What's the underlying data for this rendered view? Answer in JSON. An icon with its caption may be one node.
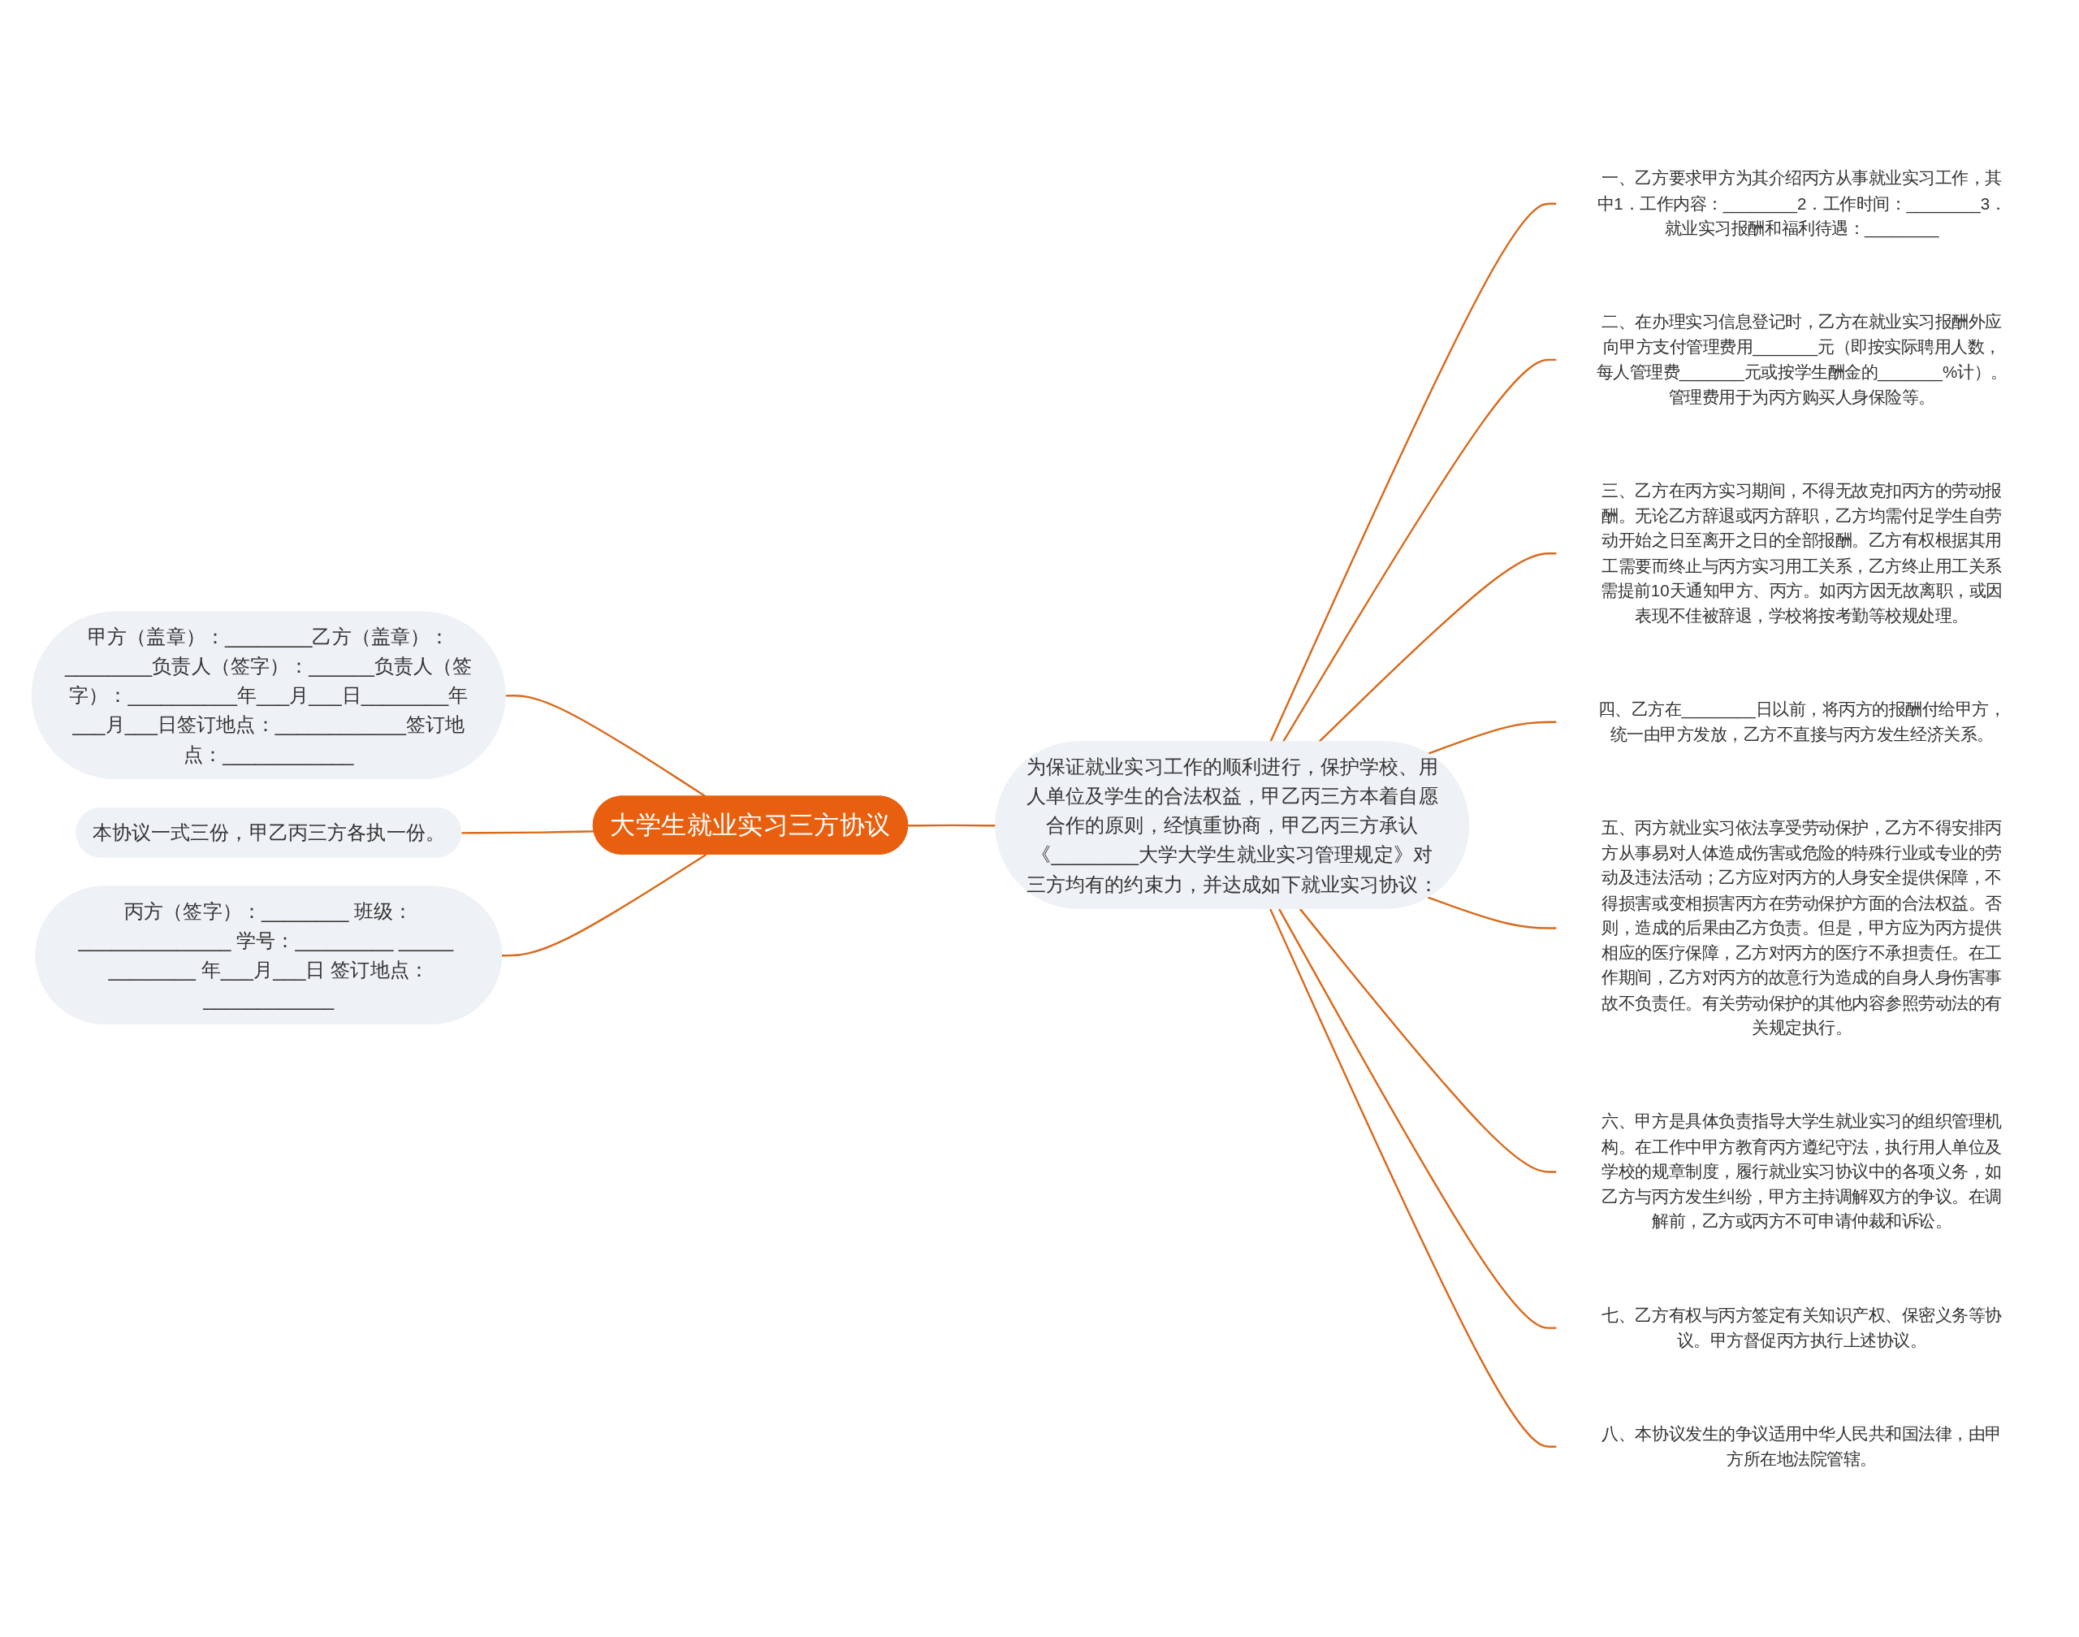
{
  "diagram": {
    "nodes": [
      {
        "text": [
          "大学生就业实习三方协议"
        ]
      },
      {
        "text": [
          "为保证就业实习工作的顺利进行，保护学校、用人单位及学生的合法权益，甲乙丙三方本着自愿合作的原则，经慎重协商，甲乙丙三方承认《________大学大学生就业实习管理规定》对三方均有的约束力，并达成如下就业实习协议："
        ]
      },
      {
        "text": [
          "一、乙方要求甲方为其介绍丙方从事就业实习工作，其中1．工作内容：________2．工作时间：________3．就业实习报酬和福利待遇：________"
        ]
      },
      {
        "text": [
          "二、在办理实习信息登记时，乙方在就业实习报酬外应向甲方支付管理费用_______元（即按实际聘用人数，每人管理费_______元或按学生酬金的_______%计）。管理费用于为丙方购买人身保险等。"
        ]
      },
      {
        "text": [
          "三、乙方在丙方实习期间，不得无故克扣丙方的劳动报酬。无论乙方辞退或丙方辞职，乙方均需付足学生自劳动开始之日至离开之日的全部报酬。乙方有权根据其用工需要而终止与丙方实习用工关系，乙方终止用工关系需提前10天通知甲方、丙方。如丙方因无故离职，或因表现不佳被辞退，学校将按考勤等校规处理。"
        ]
      },
      {
        "text": [
          "四、乙方在________日以前，将丙方的报酬付给甲方，统一由甲方发放，乙方不直接与丙方发生经济关系。"
        ]
      },
      {
        "text": [
          "五、丙方就业实习依法享受劳动保护，乙方不得安排丙方从事易对人体造成伤害或危险的特殊行业或专业的劳动及违法活动；乙方应对丙方的人身安全提供保障，不得损害或变相损害丙方在劳动保护方面的合法权益。否则，造成的后果由乙方负责。但是，甲方应为丙方提供相应的医疗保障，乙方对丙方的医疗不承担责任。在工作期间，乙方对丙方的故意行为造成的自身人身伤害事故不负责任。有关劳动保护的其他内容参照劳动法的有关规定执行。"
        ]
      },
      {
        "text": [
          "六、甲方是具体负责指导大学生就业实习的组织管理机构。在工作中甲方教育丙方遵纪守法，执行用人单位及学校的规章制度，履行就业实习协议中的各项义务，如乙方与丙方发生纠纷，甲方主持调解双方的争议。在调解前，乙方或丙方不可申请仲裁和诉讼。"
        ]
      },
      {
        "text": [
          "七、乙方有权与丙方签定有关知识产权、保密义务等协议。甲方督促丙方执行上述协议。"
        ]
      },
      {
        "text": [
          "八、本协议发生的争议适用中华人民共和国法律，由甲方所在地法院管辖。"
        ]
      },
      {
        "text": [
          "甲方（盖章）：________乙方（盖章）：________负责人（签字）：______负责人（签字）：__________年___月___日________年___月___日签订地点：____________签订地点：____________"
        ]
      },
      {
        "text": [
          "本协议一式三份，甲乙丙三方各执一份。"
        ]
      },
      {
        "text": [
          "丙方（签字）：________ 班级：______________ 学号：_________ _____ ________ 年___月___日 签订地点：____________"
        ]
      }
    ],
    "edges": [
      {
        "from": 0,
        "to": 1,
        "arrow": "none"
      },
      {
        "from": 1,
        "to": 2,
        "arrow": "none"
      },
      {
        "from": 1,
        "to": 3,
        "arrow": "none"
      },
      {
        "from": 1,
        "to": 4,
        "arrow": "none"
      },
      {
        "from": 1,
        "to": 5,
        "arrow": "none"
      },
      {
        "from": 1,
        "to": 6,
        "arrow": "none"
      },
      {
        "from": 1,
        "to": 7,
        "arrow": "none"
      },
      {
        "from": 1,
        "to": 8,
        "arrow": "none"
      },
      {
        "from": 1,
        "to": 9,
        "arrow": "none"
      },
      {
        "from": 0,
        "to": 10,
        "arrow": "none"
      },
      {
        "from": 0,
        "to": 11,
        "arrow": "none"
      },
      {
        "from": 0,
        "to": 12,
        "arrow": "none"
      }
    ]
  }
}
